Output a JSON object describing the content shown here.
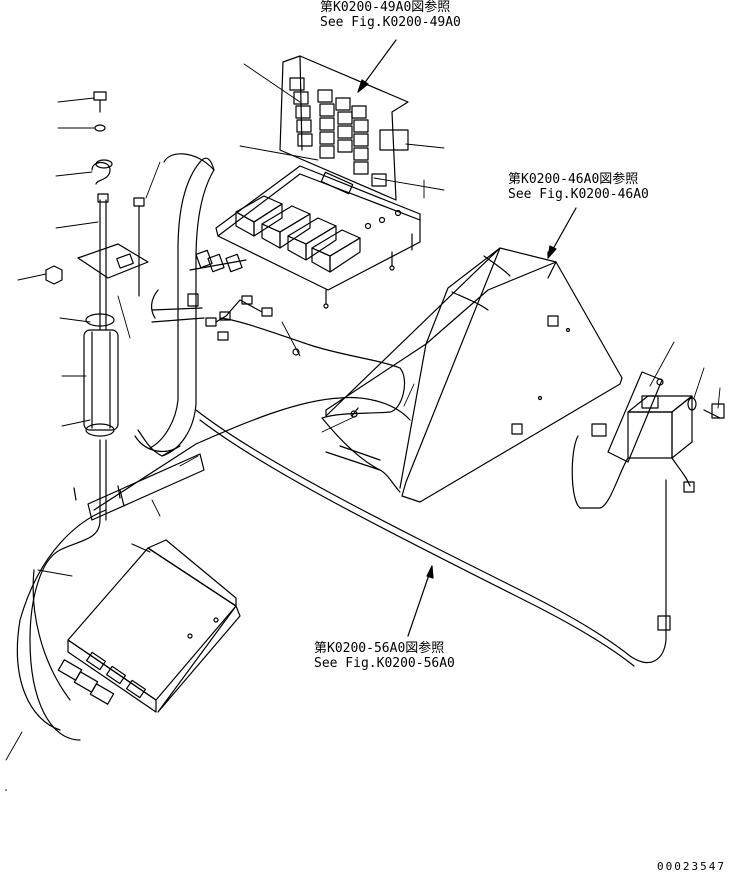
{
  "references": [
    {
      "id": "k0200-49a0",
      "jp": "第K0200-49A0図参照",
      "en": "See Fig.K0200-49A0"
    },
    {
      "id": "k0200-46a0",
      "jp": "第K0200-46A0図参照",
      "en": "See Fig.K0200-46A0"
    },
    {
      "id": "k0200-56a0",
      "jp": "第K0200-56A0図参照",
      "en": "See Fig.K0200-56A0"
    }
  ],
  "document_number": "00023547"
}
